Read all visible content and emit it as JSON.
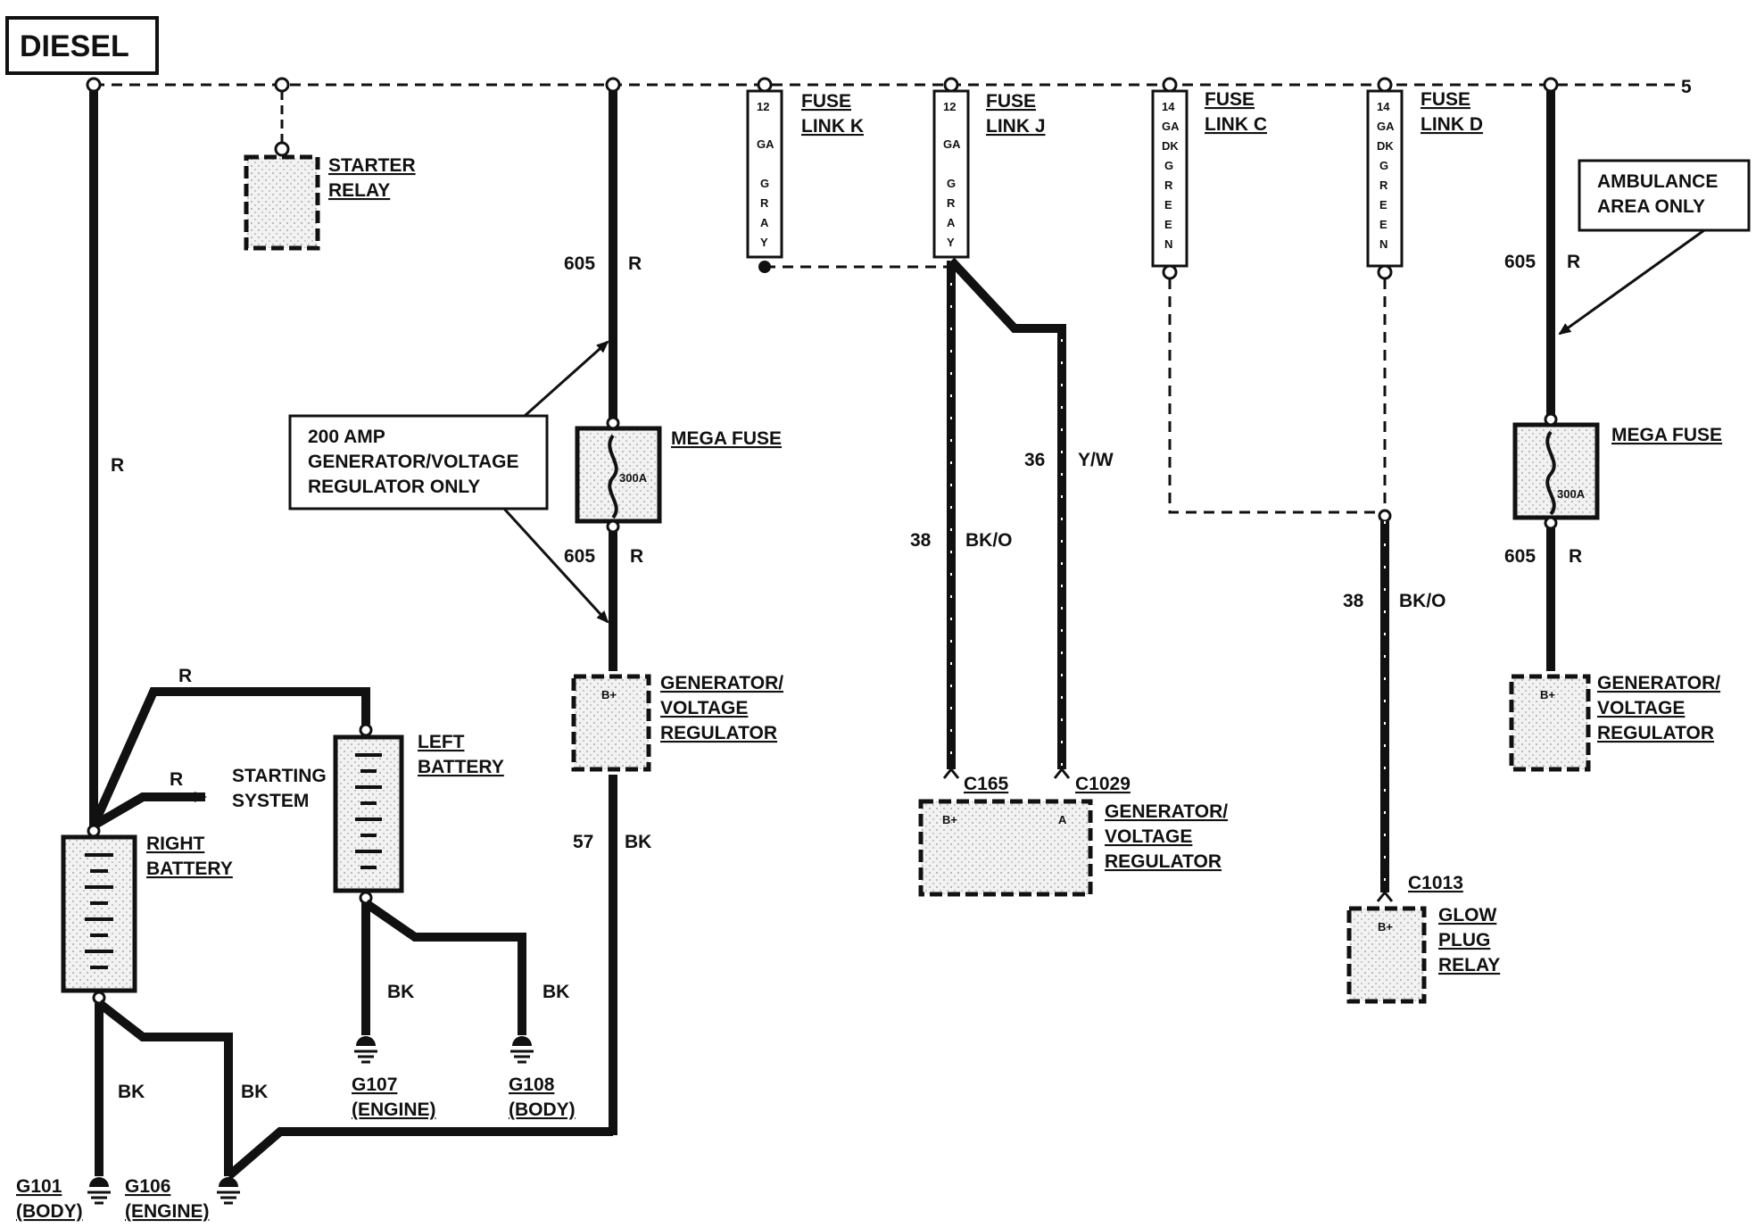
{
  "title": "DIESEL",
  "callouts": {
    "generator_only": [
      "200 AMP",
      "GENERATOR/VOLTAGE",
      "REGULATOR ONLY"
    ],
    "ambulance": [
      "AMBULANCE",
      "AREA ONLY"
    ]
  },
  "components": {
    "starter_relay": [
      "STARTER",
      "RELAY"
    ],
    "mega_fuse_1": "MEGA FUSE",
    "mega_fuse_1_rating": "300A",
    "mega_fuse_2": "MEGA FUSE",
    "mega_fuse_2_rating": "300A",
    "fuse_link_k": [
      "FUSE",
      "LINK K"
    ],
    "fuse_link_j": [
      "FUSE",
      "LINK J"
    ],
    "fuse_link_c": [
      "FUSE",
      "LINK C"
    ],
    "fuse_link_d": [
      "FUSE",
      "LINK D"
    ],
    "fuse_k_wire": [
      "12",
      "GA",
      "G",
      "R",
      "A",
      "Y"
    ],
    "fuse_j_wire": [
      "12",
      "GA",
      "G",
      "R",
      "A",
      "Y"
    ],
    "fuse_c_wire": [
      "14",
      "GA",
      "DK",
      "G",
      "R",
      "E",
      "E",
      "N"
    ],
    "fuse_d_wire": [
      "14",
      "GA",
      "DK",
      "G",
      "R",
      "E",
      "E",
      "N"
    ],
    "gen_reg_1": [
      "GENERATOR/",
      "VOLTAGE",
      "REGULATOR"
    ],
    "gen_reg_2": [
      "GENERATOR/",
      "VOLTAGE",
      "REGULATOR"
    ],
    "gen_reg_3": [
      "GENERATOR/",
      "VOLTAGE",
      "REGULATOR"
    ],
    "b_plus": "B+",
    "pin_a": "A",
    "glow_plug_relay": [
      "GLOW",
      "PLUG",
      "RELAY"
    ],
    "left_battery": [
      "LEFT",
      "BATTERY"
    ],
    "right_battery": [
      "RIGHT",
      "BATTERY"
    ],
    "starting_system": [
      "STARTING",
      "SYSTEM"
    ],
    "connector_c165": "C165",
    "connector_c1029": "C1029",
    "connector_c1013": "C1013",
    "continuation": "5"
  },
  "wires": {
    "r_main": "R",
    "r_left_batt": "R",
    "r_starting": "R",
    "c605_top_circuit": "605",
    "c605_top_color": "R",
    "c605_mid_circuit": "605",
    "c605_mid_color": "R",
    "c57_circuit": "57",
    "c57_color": "BK",
    "c38_circuit": "38",
    "c38_color": "BK/O",
    "c36_circuit": "36",
    "c36_color": "Y/W",
    "c38b_circuit": "38",
    "c38b_color": "BK/O",
    "c605_amb_top_circuit": "605",
    "c605_amb_top_color": "R",
    "c605_amb_bot_circuit": "605",
    "c605_amb_bot_color": "R",
    "bk_1": "BK",
    "bk_2": "BK",
    "bk_3": "BK",
    "bk_4": "BK"
  },
  "grounds": {
    "g101": [
      "G101",
      "(BODY)"
    ],
    "g106": [
      "G106",
      "(ENGINE)"
    ],
    "g107": [
      "G107",
      "(ENGINE)"
    ],
    "g108": [
      "G108",
      "(BODY)"
    ]
  }
}
